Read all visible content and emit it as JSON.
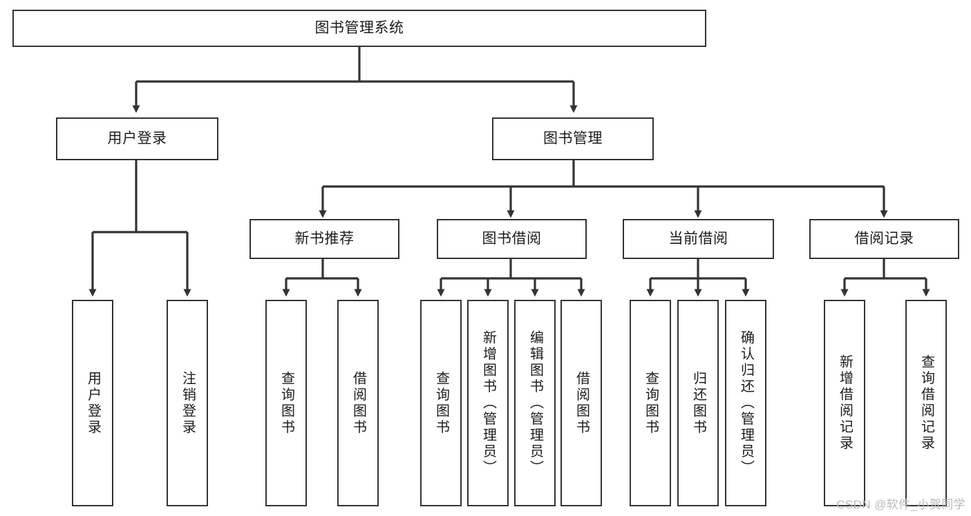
{
  "diagram": {
    "type": "tree-hierarchy-chart",
    "title": "图书管理系统",
    "watermark": "CSDN @软件_小贺同学",
    "colors": {
      "box_border": "#333333",
      "box_fill": "#ffffff",
      "connector": "#333333",
      "text": "#1c1c1c",
      "watermark": "#b9b9b9",
      "background": "#ffffff"
    },
    "levels": {
      "root": {
        "label": "图书管理系统"
      },
      "level2": [
        {
          "label": "用户登录"
        },
        {
          "label": "图书管理"
        }
      ],
      "level3": [
        {
          "label": "新书推荐"
        },
        {
          "label": "图书借阅"
        },
        {
          "label": "当前借阅"
        },
        {
          "label": "借阅记录"
        }
      ],
      "leaves": {
        "user_login": [
          {
            "label": "用户登录"
          },
          {
            "label": "注销登录"
          }
        ],
        "new_book_recommend": [
          {
            "label": "查询图书"
          },
          {
            "label": "借阅图书"
          }
        ],
        "book_borrow": [
          {
            "label": "查询图书"
          },
          {
            "label": "新增图书（管理员）"
          },
          {
            "label": "编辑图书（管理员）"
          },
          {
            "label": "借阅图书"
          }
        ],
        "current_borrow": [
          {
            "label": "查询图书"
          },
          {
            "label": "归还图书"
          },
          {
            "label": "确认归还（管理员）"
          }
        ],
        "borrow_record": [
          {
            "label": "新增借阅记录"
          },
          {
            "label": "查询借阅记录"
          }
        ]
      }
    }
  }
}
